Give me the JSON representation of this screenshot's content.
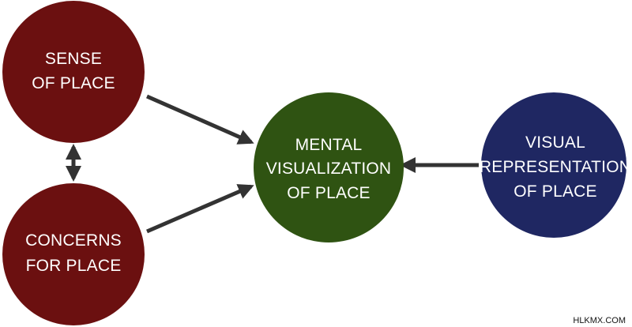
{
  "colors": {
    "sense": "#6b1010",
    "concerns": "#6b1010",
    "mental": "#2f5312",
    "visual": "#1f2762",
    "arrow": "#333333",
    "text": "#ffffff"
  },
  "nodes": {
    "sense": {
      "line1": "SENSE",
      "line2": "OF PLACE"
    },
    "concerns": {
      "line1": "CONCERNS",
      "line2": "FOR PLACE"
    },
    "mental": {
      "line1": "MENTAL",
      "line2": "VISUALIZATION",
      "line3": "OF PLACE"
    },
    "visual": {
      "line1": "VISUAL",
      "line2": "REPRESENTATION",
      "line3": "OF PLACE"
    }
  },
  "watermark": "HLKMX.COM"
}
